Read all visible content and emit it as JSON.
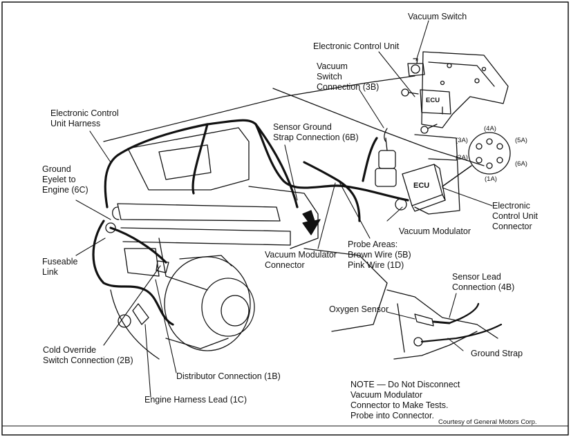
{
  "labels": {
    "vacuum_switch": "Vacuum Switch",
    "ecu": "Electronic Control Unit",
    "vacuum_switch_connection": "Vacuum\nSwitch\nConnection (3B)",
    "ecu_harness": "Electronic Control\nUnit Harness",
    "sensor_ground_strap": "Sensor Ground\nStrap Connection (6B)",
    "ground_eyelet": "Ground\nEyelet to\nEngine (6C)",
    "fuseable_link": "Fuseable\nLink",
    "vacuum_modulator_connector": "Vacuum Modulator\nConnector",
    "probe_areas": "Probe Areas:\nBrown Wire (5B)\nPink Wire (1D)",
    "vacuum_modulator": "Vacuum Modulator",
    "ecu_connector": "Electronic\nControl Unit\nConnector",
    "sensor_lead_connection": "Sensor Lead\nConnection (4B)",
    "oxygen_sensor": "Oxygen Sensor",
    "ground_strap": "Ground Strap",
    "cold_override": "Cold Override\nSwitch Connection (2B)",
    "distributor_connection": "Distributor Connection (1B)",
    "engine_harness_lead": "Engine Harness Lead (1C)",
    "note": "NOTE — Do Not Disconnect\nVacuum Modulator\nConnector to Make Tests.\nProbe into Connector.",
    "courtesy": "Courtesy of General Motors Corp.",
    "ecu_box_top": "ECU",
    "ecu_box_main": "ECU"
  },
  "pins": [
    "(4A)",
    "(3A)",
    "(5A)",
    "(2A)",
    "(6A)",
    "(1A)"
  ],
  "colors": {
    "ink": "#111111",
    "paper": "#ffffff"
  }
}
